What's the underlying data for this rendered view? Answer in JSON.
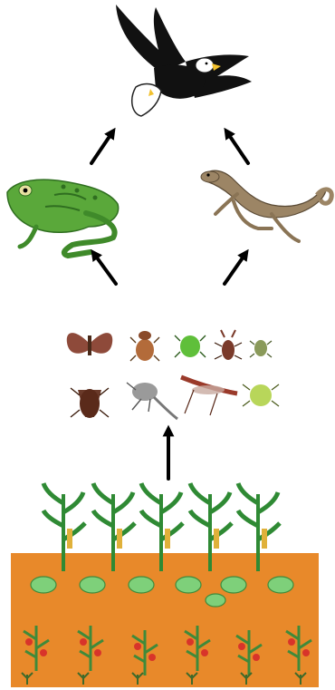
{
  "food_web": {
    "organisms": [
      {
        "id": "eagle",
        "icon": "eagle-icon",
        "level": "top-predator"
      },
      {
        "id": "frog",
        "icon": "frog-icon",
        "level": "secondary-consumer"
      },
      {
        "id": "lizard",
        "icon": "lizard-icon",
        "level": "secondary-consumer"
      },
      {
        "id": "insects",
        "icon": "insects-icon",
        "level": "primary-consumer"
      },
      {
        "id": "crops",
        "icon": "crop-field-icon",
        "level": "producer"
      }
    ],
    "arrows": [
      {
        "from": "frog",
        "to": "eagle"
      },
      {
        "from": "lizard",
        "to": "eagle"
      },
      {
        "from": "insects",
        "to": "frog"
      },
      {
        "from": "insects",
        "to": "lizard"
      },
      {
        "from": "crops",
        "to": "insects"
      }
    ],
    "insect_count": 9,
    "crop_rows": {
      "corn_plants": 5,
      "lettuce_heads": 7,
      "tomato_plants": 6
    },
    "colors": {
      "soil": "#e8892a",
      "arrow": "#000000",
      "frog": "#5aa83a",
      "lizard": "#9c8565",
      "eagle_body": "#111111",
      "eagle_head": "#ffffff",
      "eagle_beak": "#f2c12e",
      "corn_leaf": "#2f8a34",
      "lettuce": "#7ed07a",
      "tomato": "#d8342a"
    }
  }
}
